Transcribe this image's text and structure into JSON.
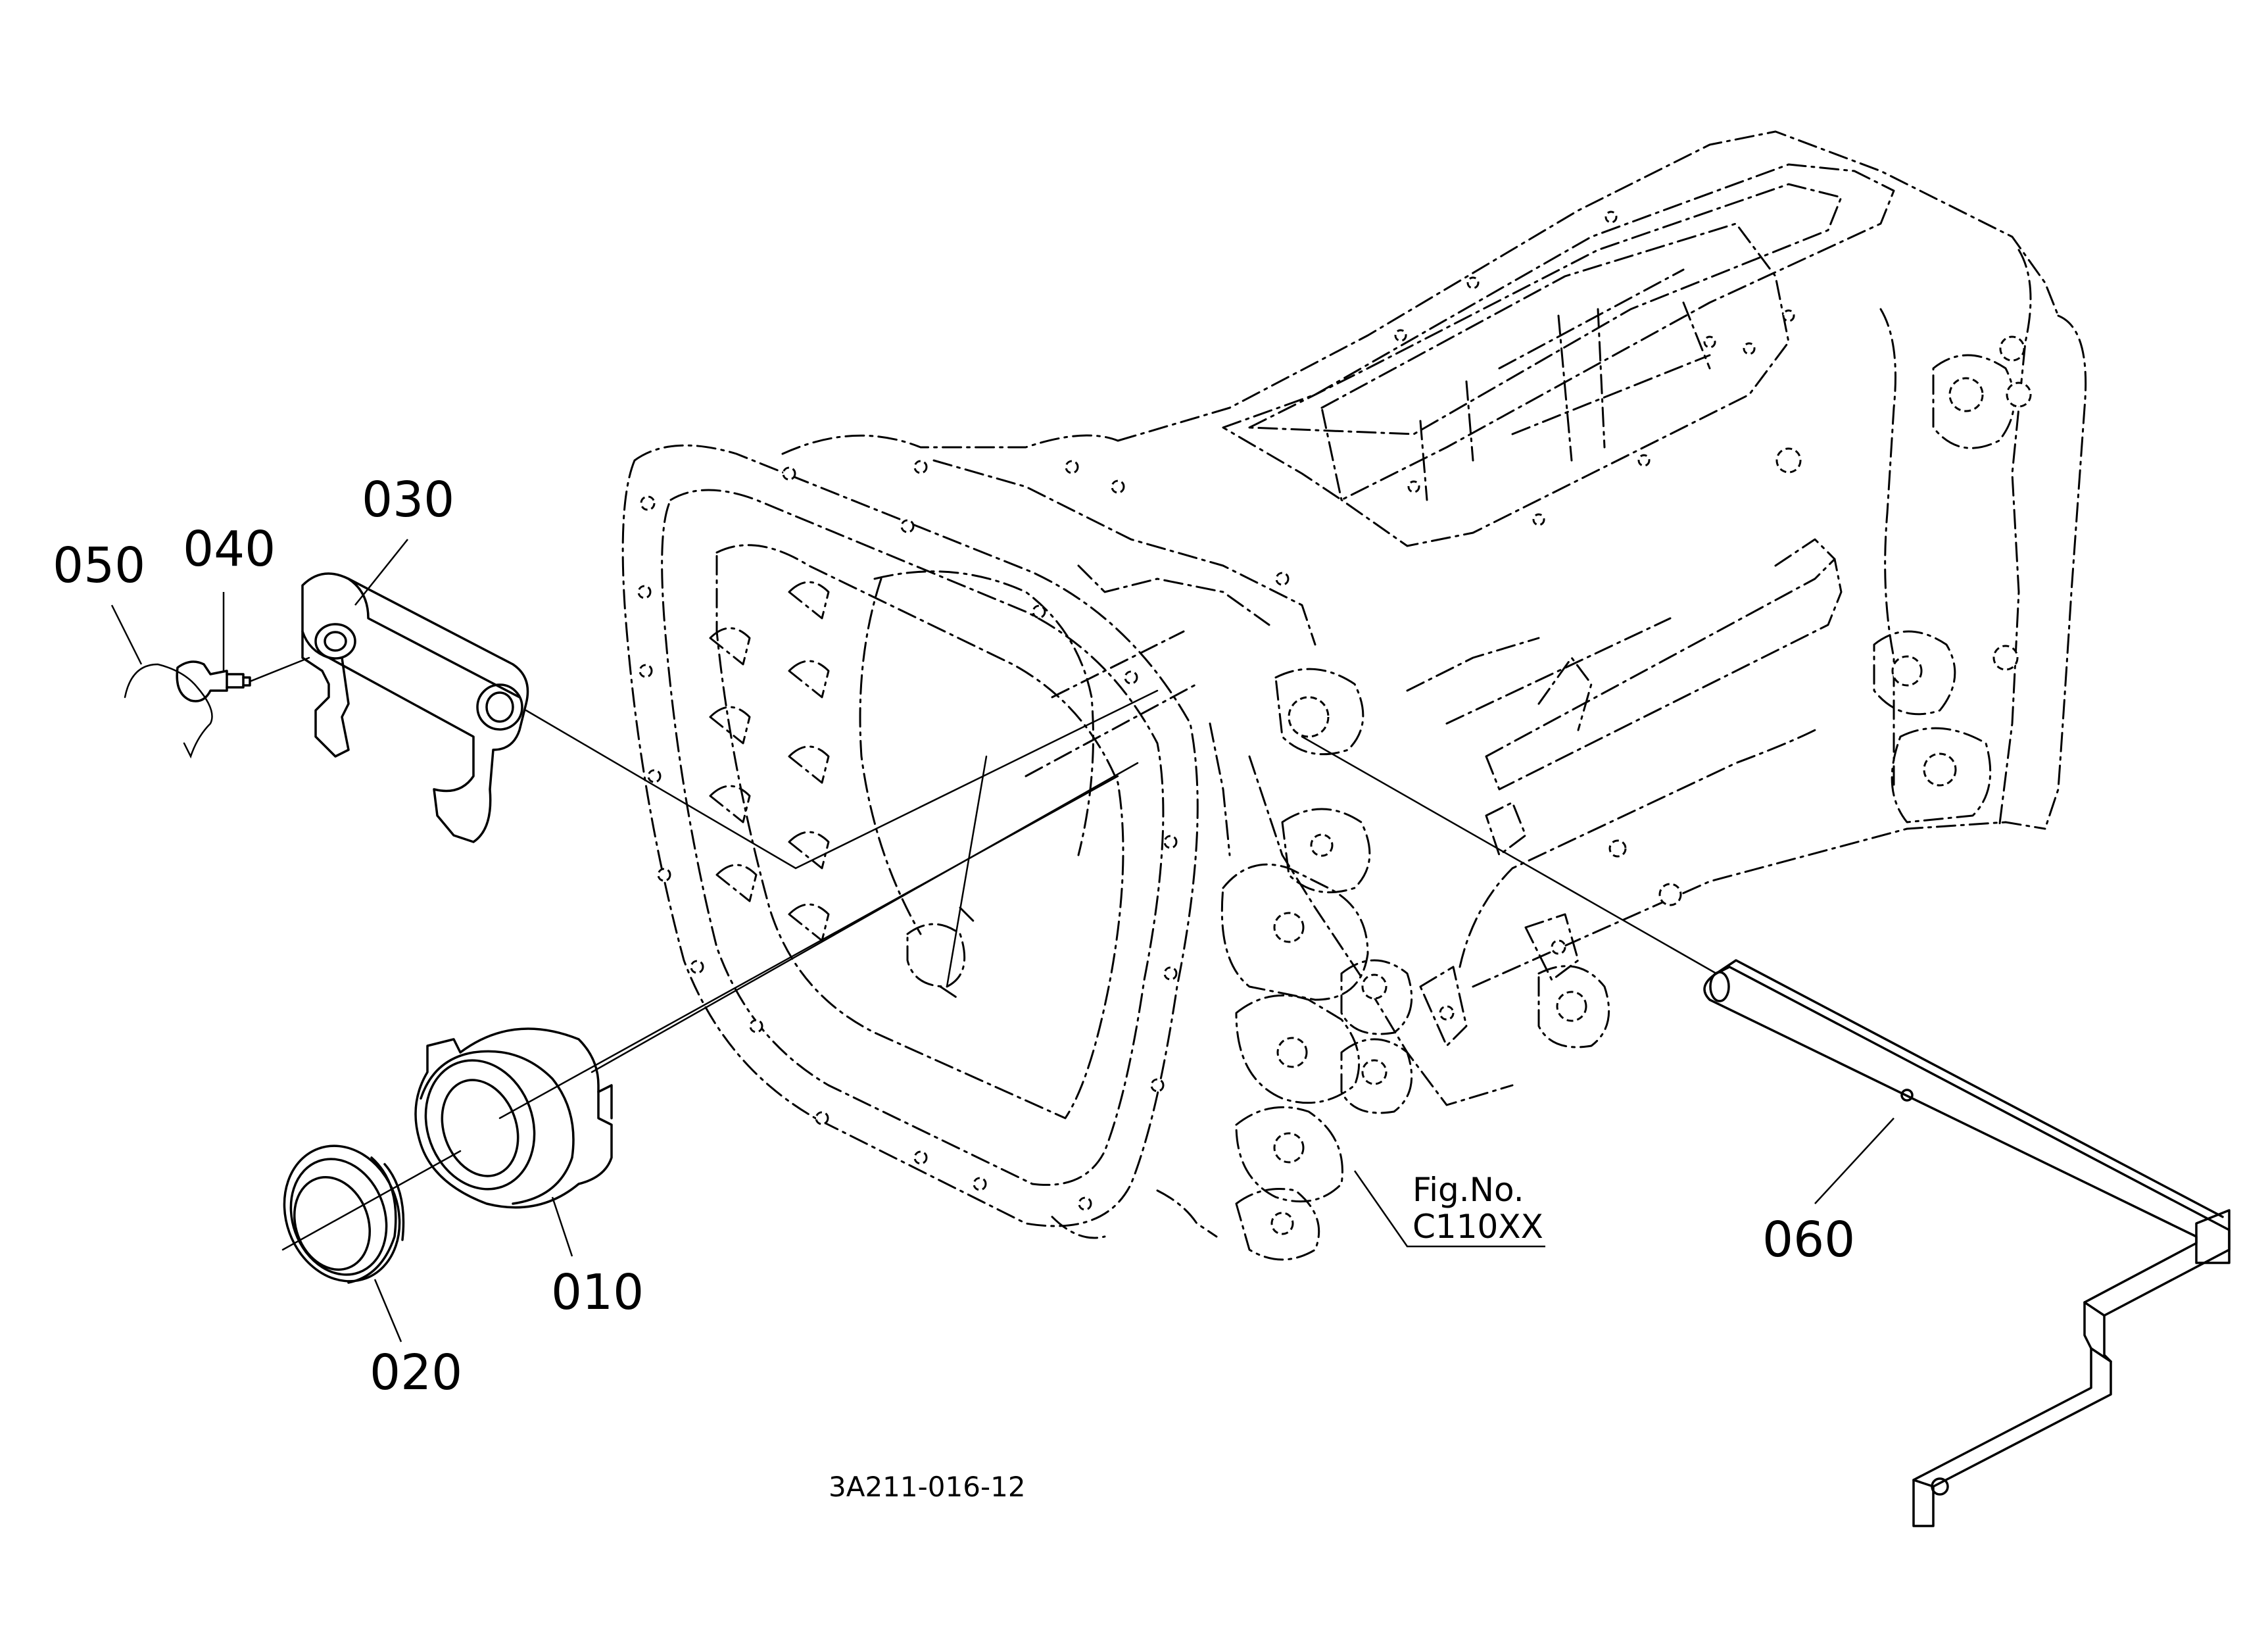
{
  "figure": {
    "fig_no_label": "Fig.No.",
    "fig_no_value": "C110XX",
    "drawing_code": "3A211-016-12"
  },
  "parts": [
    {
      "id": "p010",
      "label": "010"
    },
    {
      "id": "p020",
      "label": "020"
    },
    {
      "id": "p030",
      "label": "030"
    },
    {
      "id": "p040",
      "label": "040"
    },
    {
      "id": "p050",
      "label": "050"
    },
    {
      "id": "p060",
      "label": "060"
    }
  ],
  "colors": {
    "ink": "#000000",
    "paper": "#ffffff"
  }
}
